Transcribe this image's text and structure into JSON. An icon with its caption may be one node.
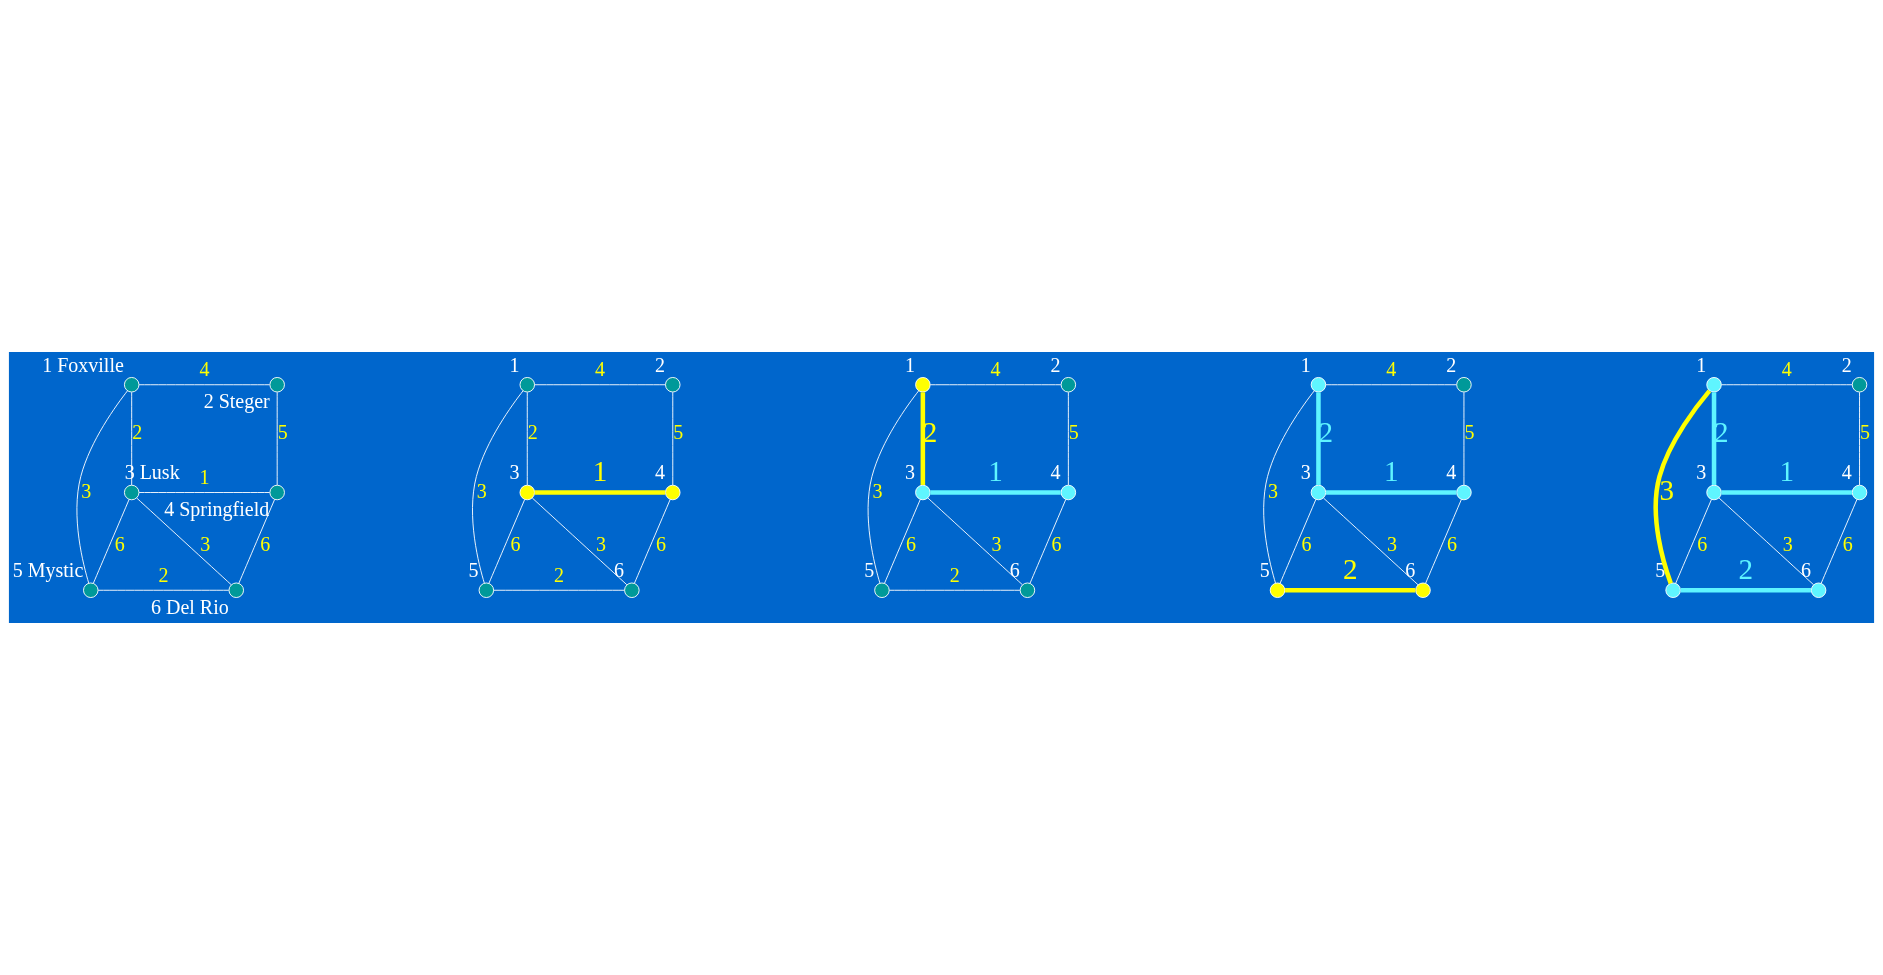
{
  "diagram": {
    "nodes": [
      {
        "text": [],
        "shape": "circle",
        "beside": [
          "1 Foxville"
        ]
      },
      {
        "text": [],
        "shape": "circle",
        "beside": [
          "2 Steger"
        ]
      },
      {
        "text": [],
        "shape": "circle",
        "beside": [
          "3 Lusk"
        ]
      },
      {
        "text": [],
        "shape": "circle",
        "beside": [
          "4 Springfield"
        ]
      },
      {
        "text": [],
        "shape": "circle",
        "beside": [
          "5 Mystic"
        ]
      },
      {
        "text": [],
        "shape": "circle",
        "beside": [
          "6 Del Rio"
        ]
      },
      {
        "text": [],
        "shape": "circle",
        "beside": [
          "1"
        ]
      },
      {
        "text": [],
        "shape": "circle",
        "beside": [
          "2"
        ]
      },
      {
        "text": [],
        "shape": "circle",
        "beside": [
          "3"
        ]
      },
      {
        "text": [],
        "shape": "circle",
        "beside": [
          "4"
        ]
      },
      {
        "text": [],
        "shape": "circle",
        "beside": [
          "5"
        ]
      },
      {
        "text": [],
        "shape": "circle",
        "beside": [
          "6"
        ]
      },
      {
        "text": [],
        "shape": "circle",
        "beside": [
          "1"
        ]
      },
      {
        "text": [],
        "shape": "circle",
        "beside": [
          "2"
        ]
      },
      {
        "text": [],
        "shape": "circle",
        "beside": [
          "3"
        ]
      },
      {
        "text": [],
        "shape": "circle",
        "beside": [
          "4"
        ]
      },
      {
        "text": [],
        "shape": "circle",
        "beside": [
          "5"
        ]
      },
      {
        "text": [],
        "shape": "circle",
        "beside": [
          "6"
        ]
      },
      {
        "text": [],
        "shape": "circle",
        "beside": [
          "1"
        ]
      },
      {
        "text": [],
        "shape": "circle",
        "beside": [
          "2"
        ]
      },
      {
        "text": [],
        "shape": "circle",
        "beside": [
          "3"
        ]
      },
      {
        "text": [],
        "shape": "circle",
        "beside": [
          "4"
        ]
      },
      {
        "text": [],
        "shape": "circle",
        "beside": [
          "5"
        ]
      },
      {
        "text": [],
        "shape": "circle",
        "beside": [
          "6"
        ]
      },
      {
        "text": [],
        "shape": "circle",
        "beside": [
          "1"
        ]
      },
      {
        "text": [],
        "shape": "circle",
        "beside": [
          "2"
        ]
      },
      {
        "text": [],
        "shape": "circle",
        "beside": [
          "3"
        ]
      },
      {
        "text": [],
        "shape": "circle",
        "beside": [
          "4"
        ]
      },
      {
        "text": [],
        "shape": "circle",
        "beside": [
          "5"
        ]
      },
      {
        "text": [],
        "shape": "circle",
        "beside": [
          "6"
        ]
      }
    ],
    "edges": [
      {
        "from": 0,
        "to": 1,
        "arrow": "none",
        "label": "4"
      },
      {
        "from": 0,
        "to": 2,
        "arrow": "none",
        "label": "2"
      },
      {
        "from": 0,
        "to": 4,
        "arrow": "none",
        "label": "3"
      },
      {
        "from": 1,
        "to": 3,
        "arrow": "none",
        "label": "5"
      },
      {
        "from": 2,
        "to": 3,
        "arrow": "none",
        "label": "1"
      },
      {
        "from": 2,
        "to": 4,
        "arrow": "none",
        "label": "6"
      },
      {
        "from": 2,
        "to": 5,
        "arrow": "none",
        "label": "3"
      },
      {
        "from": 3,
        "to": 5,
        "arrow": "none",
        "label": "6"
      },
      {
        "from": 4,
        "to": 5,
        "arrow": "none",
        "label": "2"
      },
      {
        "from": 6,
        "to": 7,
        "arrow": "none",
        "label": "4"
      },
      {
        "from": 6,
        "to": 8,
        "arrow": "none",
        "label": "2"
      },
      {
        "from": 6,
        "to": 10,
        "arrow": "none",
        "label": "3"
      },
      {
        "from": 7,
        "to": 9,
        "arrow": "none",
        "label": "5"
      },
      {
        "from": 8,
        "to": 9,
        "arrow": "none",
        "label": "1",
        "style": "thick",
        "color": "#ffff00"
      },
      {
        "from": 8,
        "to": 10,
        "arrow": "none",
        "label": "6"
      },
      {
        "from": 8,
        "to": 11,
        "arrow": "none",
        "label": "3"
      },
      {
        "from": 9,
        "to": 11,
        "arrow": "none",
        "label": "6"
      },
      {
        "from": 10,
        "to": 11,
        "arrow": "none",
        "label": "2"
      },
      {
        "from": 12,
        "to": 13,
        "arrow": "none",
        "label": "4"
      },
      {
        "from": 12,
        "to": 14,
        "arrow": "none",
        "label": "2",
        "style": "thick",
        "color": "#ffff00"
      },
      {
        "from": 12,
        "to": 16,
        "arrow": "none",
        "label": "3"
      },
      {
        "from": 13,
        "to": 15,
        "arrow": "none",
        "label": "5"
      },
      {
        "from": 14,
        "to": 15,
        "arrow": "none",
        "label": "1",
        "style": "thick",
        "color": "#5ff5ff"
      },
      {
        "from": 14,
        "to": 16,
        "arrow": "none",
        "label": "6"
      },
      {
        "from": 14,
        "to": 17,
        "arrow": "none",
        "label": "3"
      },
      {
        "from": 15,
        "to": 17,
        "arrow": "none",
        "label": "6"
      },
      {
        "from": 16,
        "to": 17,
        "arrow": "none",
        "label": "2"
      },
      {
        "from": 18,
        "to": 19,
        "arrow": "none",
        "label": "4"
      },
      {
        "from": 18,
        "to": 20,
        "arrow": "none",
        "label": "2",
        "style": "thick",
        "color": "#5ff5ff"
      },
      {
        "from": 18,
        "to": 22,
        "arrow": "none",
        "label": "3"
      },
      {
        "from": 19,
        "to": 21,
        "arrow": "none",
        "label": "5"
      },
      {
        "from": 20,
        "to": 21,
        "arrow": "none",
        "label": "1",
        "style": "thick",
        "color": "#5ff5ff"
      },
      {
        "from": 20,
        "to": 22,
        "arrow": "none",
        "label": "6"
      },
      {
        "from": 20,
        "to": 23,
        "arrow": "none",
        "label": "3"
      },
      {
        "from": 21,
        "to": 23,
        "arrow": "none",
        "label": "6"
      },
      {
        "from": 22,
        "to": 23,
        "arrow": "none",
        "label": "2",
        "style": "thick",
        "color": "#ffff00"
      },
      {
        "from": 24,
        "to": 25,
        "arrow": "none",
        "label": "4"
      },
      {
        "from": 24,
        "to": 26,
        "arrow": "none",
        "label": "2",
        "style": "thick",
        "color": "#5ff5ff"
      },
      {
        "from": 24,
        "to": 28,
        "arrow": "none",
        "label": "3",
        "style": "thick",
        "color": "#ffff00"
      },
      {
        "from": 25,
        "to": 27,
        "arrow": "none",
        "label": "5"
      },
      {
        "from": 26,
        "to": 27,
        "arrow": "none",
        "label": "1",
        "style": "thick",
        "color": "#5ff5ff"
      },
      {
        "from": 26,
        "to": 28,
        "arrow": "none",
        "label": "6"
      },
      {
        "from": 26,
        "to": 29,
        "arrow": "none",
        "label": "3"
      },
      {
        "from": 27,
        "to": 29,
        "arrow": "none",
        "label": "6"
      },
      {
        "from": 28,
        "to": 29,
        "arrow": "none",
        "label": "2",
        "style": "thick",
        "color": "#5ff5ff"
      }
    ]
  }
}
